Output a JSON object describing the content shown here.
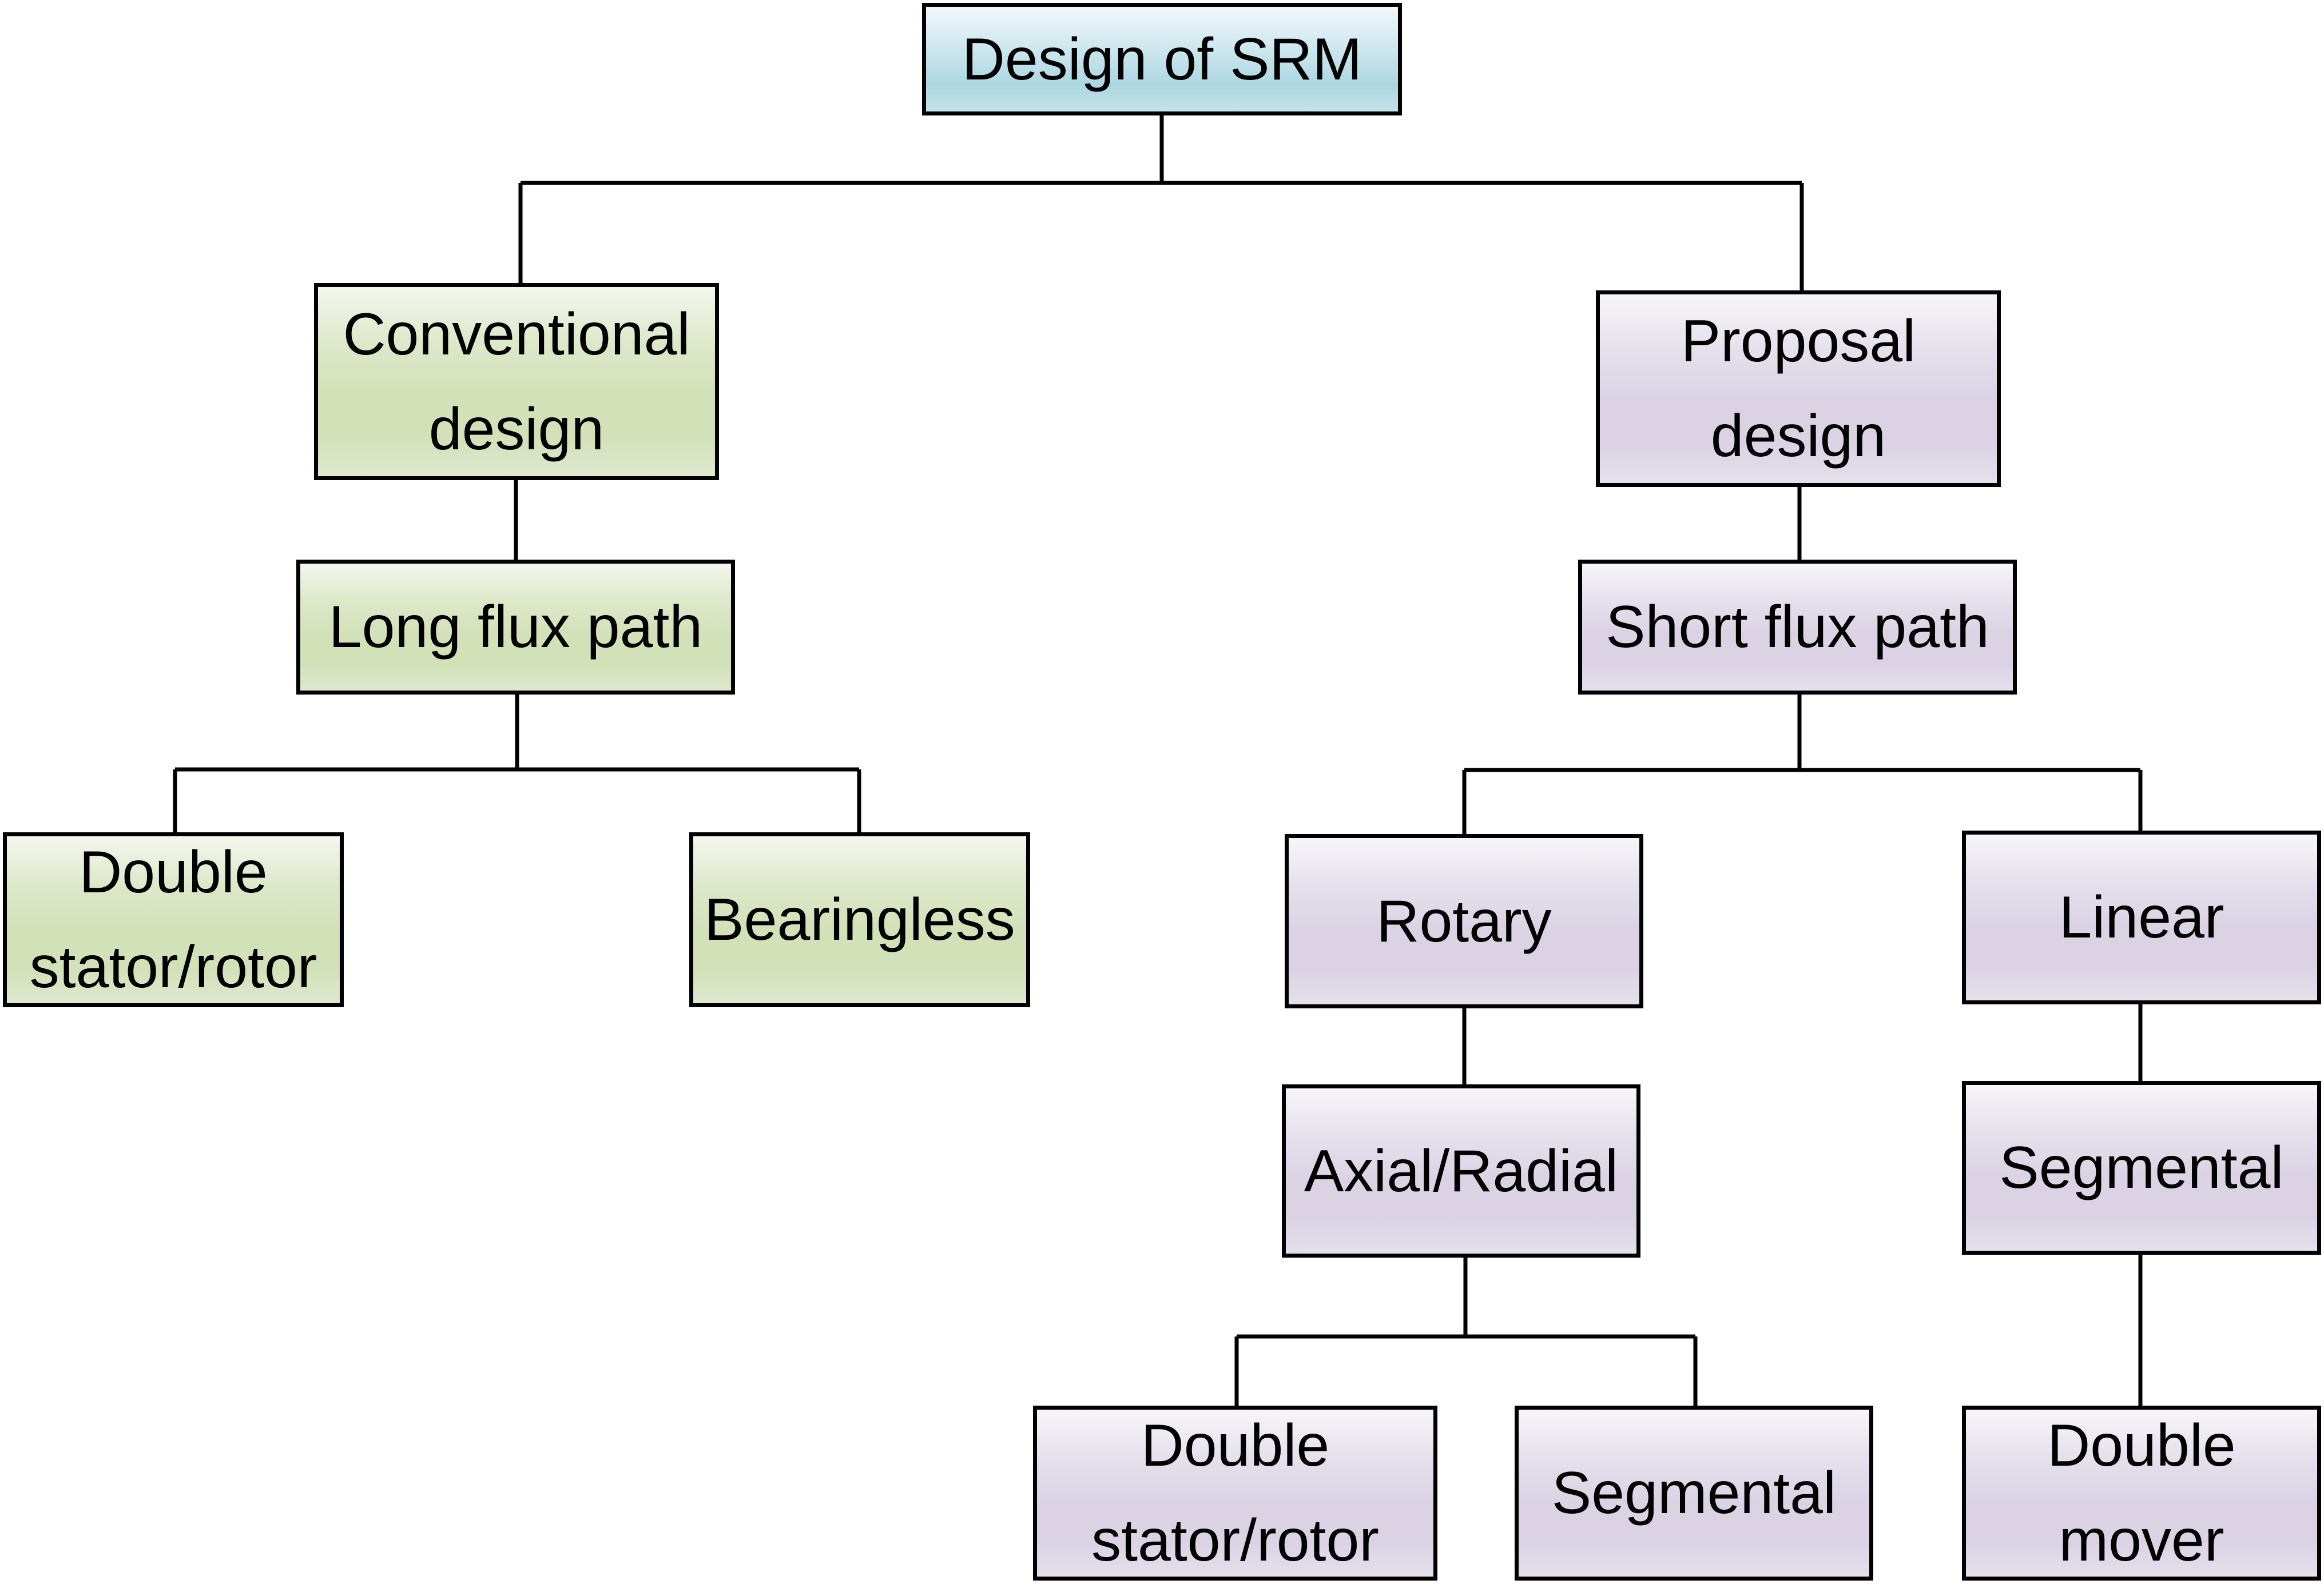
{
  "diagram": {
    "type": "tree",
    "nodes": [
      {
        "id": "root",
        "label": "Design of SRM",
        "color": "#acd7e2"
      },
      {
        "id": "conventional",
        "label": "Conventional\ndesign",
        "color": "#d3e1b9",
        "parent": "root"
      },
      {
        "id": "long_flux",
        "label": "Long flux path",
        "color": "#d3e1b9",
        "parent": "conventional"
      },
      {
        "id": "double_stator_left",
        "label": "Double\nstator/rotor",
        "color": "#d3e1b9",
        "parent": "long_flux"
      },
      {
        "id": "bearingless",
        "label": "Bearingless",
        "color": "#d3e1b9",
        "parent": "long_flux"
      },
      {
        "id": "proposal",
        "label": "Proposal\ndesign",
        "color": "#dbd3e4",
        "parent": "root"
      },
      {
        "id": "short_flux",
        "label": "Short flux path",
        "color": "#dbd3e4",
        "parent": "proposal"
      },
      {
        "id": "rotary",
        "label": "Rotary",
        "color": "#dbd3e4",
        "parent": "short_flux"
      },
      {
        "id": "linear",
        "label": "Linear",
        "color": "#dbd3e4",
        "parent": "short_flux"
      },
      {
        "id": "axial_radial",
        "label": "Axial/Radial",
        "color": "#dbd3e4",
        "parent": "rotary"
      },
      {
        "id": "segmental_linear",
        "label": "Segmental",
        "color": "#dbd3e4",
        "parent": "linear"
      },
      {
        "id": "double_stator_bottom",
        "label": "Double\nstator/rotor",
        "color": "#dbd3e4",
        "parent": "axial_radial"
      },
      {
        "id": "segmental_bottom",
        "label": "Segmental",
        "color": "#dbd3e4",
        "parent": "axial_radial"
      },
      {
        "id": "double_mover",
        "label": "Double\nmover",
        "color": "#dbd3e4",
        "parent": "segmental_linear"
      }
    ]
  }
}
